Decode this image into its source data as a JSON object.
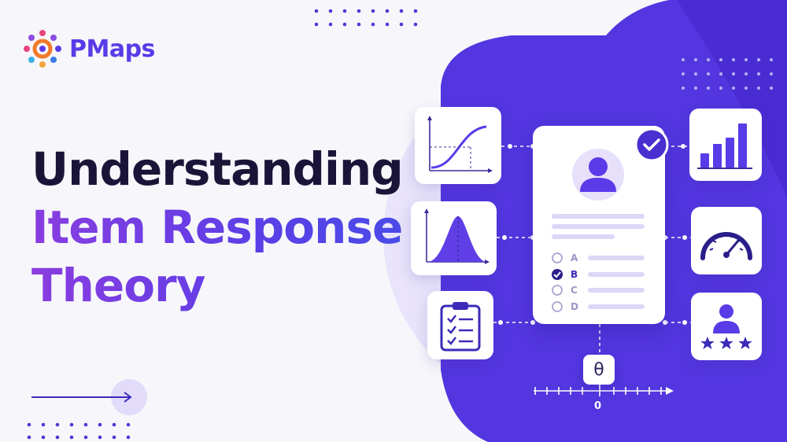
{
  "logo": {
    "name": "PMaps"
  },
  "title": {
    "line1": "Understanding",
    "line2": "Item Response",
    "line3": "Theory"
  },
  "center_card": {
    "options": [
      {
        "letter": "A",
        "selected": false
      },
      {
        "letter": "B",
        "selected": true
      },
      {
        "letter": "C",
        "selected": false
      },
      {
        "letter": "D",
        "selected": false
      }
    ]
  },
  "theta": {
    "symbol": "θ",
    "zero_label": "0"
  },
  "icons": {
    "left": [
      "s-curve-chart-icon",
      "bell-curve-chart-icon",
      "checklist-clipboard-icon"
    ],
    "right": [
      "bar-chart-icon",
      "speedometer-gauge-icon",
      "user-rating-stars-icon"
    ]
  },
  "colors": {
    "primary": "#5a3be8",
    "dark_purple": "#4a2fd0",
    "light_purple": "#e6e0fb",
    "title_dark": "#1a1538"
  }
}
